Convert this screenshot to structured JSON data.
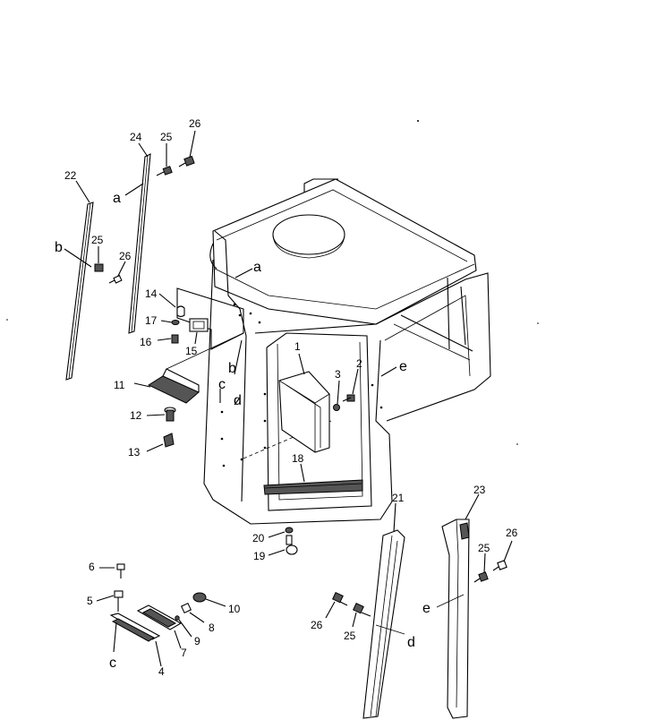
{
  "callouts": [
    {
      "id": "l1",
      "text": "1"
    },
    {
      "id": "l2",
      "text": "2"
    },
    {
      "id": "l3",
      "text": "3"
    },
    {
      "id": "l4",
      "text": "4"
    },
    {
      "id": "l5",
      "text": "5"
    },
    {
      "id": "l6",
      "text": "6"
    },
    {
      "id": "l7",
      "text": "7"
    },
    {
      "id": "l8",
      "text": "8"
    },
    {
      "id": "l9",
      "text": "9"
    },
    {
      "id": "l10",
      "text": "10"
    },
    {
      "id": "l11",
      "text": "11"
    },
    {
      "id": "l12",
      "text": "12"
    },
    {
      "id": "l13",
      "text": "13"
    },
    {
      "id": "l14",
      "text": "14"
    },
    {
      "id": "l15",
      "text": "15"
    },
    {
      "id": "l16",
      "text": "16"
    },
    {
      "id": "l17",
      "text": "17"
    },
    {
      "id": "l18",
      "text": "18"
    },
    {
      "id": "l19",
      "text": "19"
    },
    {
      "id": "l20",
      "text": "20"
    },
    {
      "id": "l21",
      "text": "21"
    },
    {
      "id": "l22",
      "text": "22"
    },
    {
      "id": "l23",
      "text": "23"
    },
    {
      "id": "l24",
      "text": "24"
    },
    {
      "id": "l25a",
      "text": "25"
    },
    {
      "id": "l25b",
      "text": "25"
    },
    {
      "id": "l25c",
      "text": "25"
    },
    {
      "id": "l25d",
      "text": "25"
    },
    {
      "id": "l26a",
      "text": "26"
    },
    {
      "id": "l26b",
      "text": "26"
    },
    {
      "id": "l26c",
      "text": "26"
    },
    {
      "id": "l26d",
      "text": "26"
    }
  ],
  "reference_letters": [
    {
      "id": "ra1",
      "text": "a"
    },
    {
      "id": "ra2",
      "text": "a"
    },
    {
      "id": "rb1",
      "text": "b"
    },
    {
      "id": "rb2",
      "text": "b"
    },
    {
      "id": "rc1",
      "text": "c"
    },
    {
      "id": "rc2",
      "text": "c"
    },
    {
      "id": "rd1",
      "text": "d"
    },
    {
      "id": "rd2",
      "text": "d"
    },
    {
      "id": "re1",
      "text": "e"
    },
    {
      "id": "re2",
      "text": "e"
    }
  ]
}
